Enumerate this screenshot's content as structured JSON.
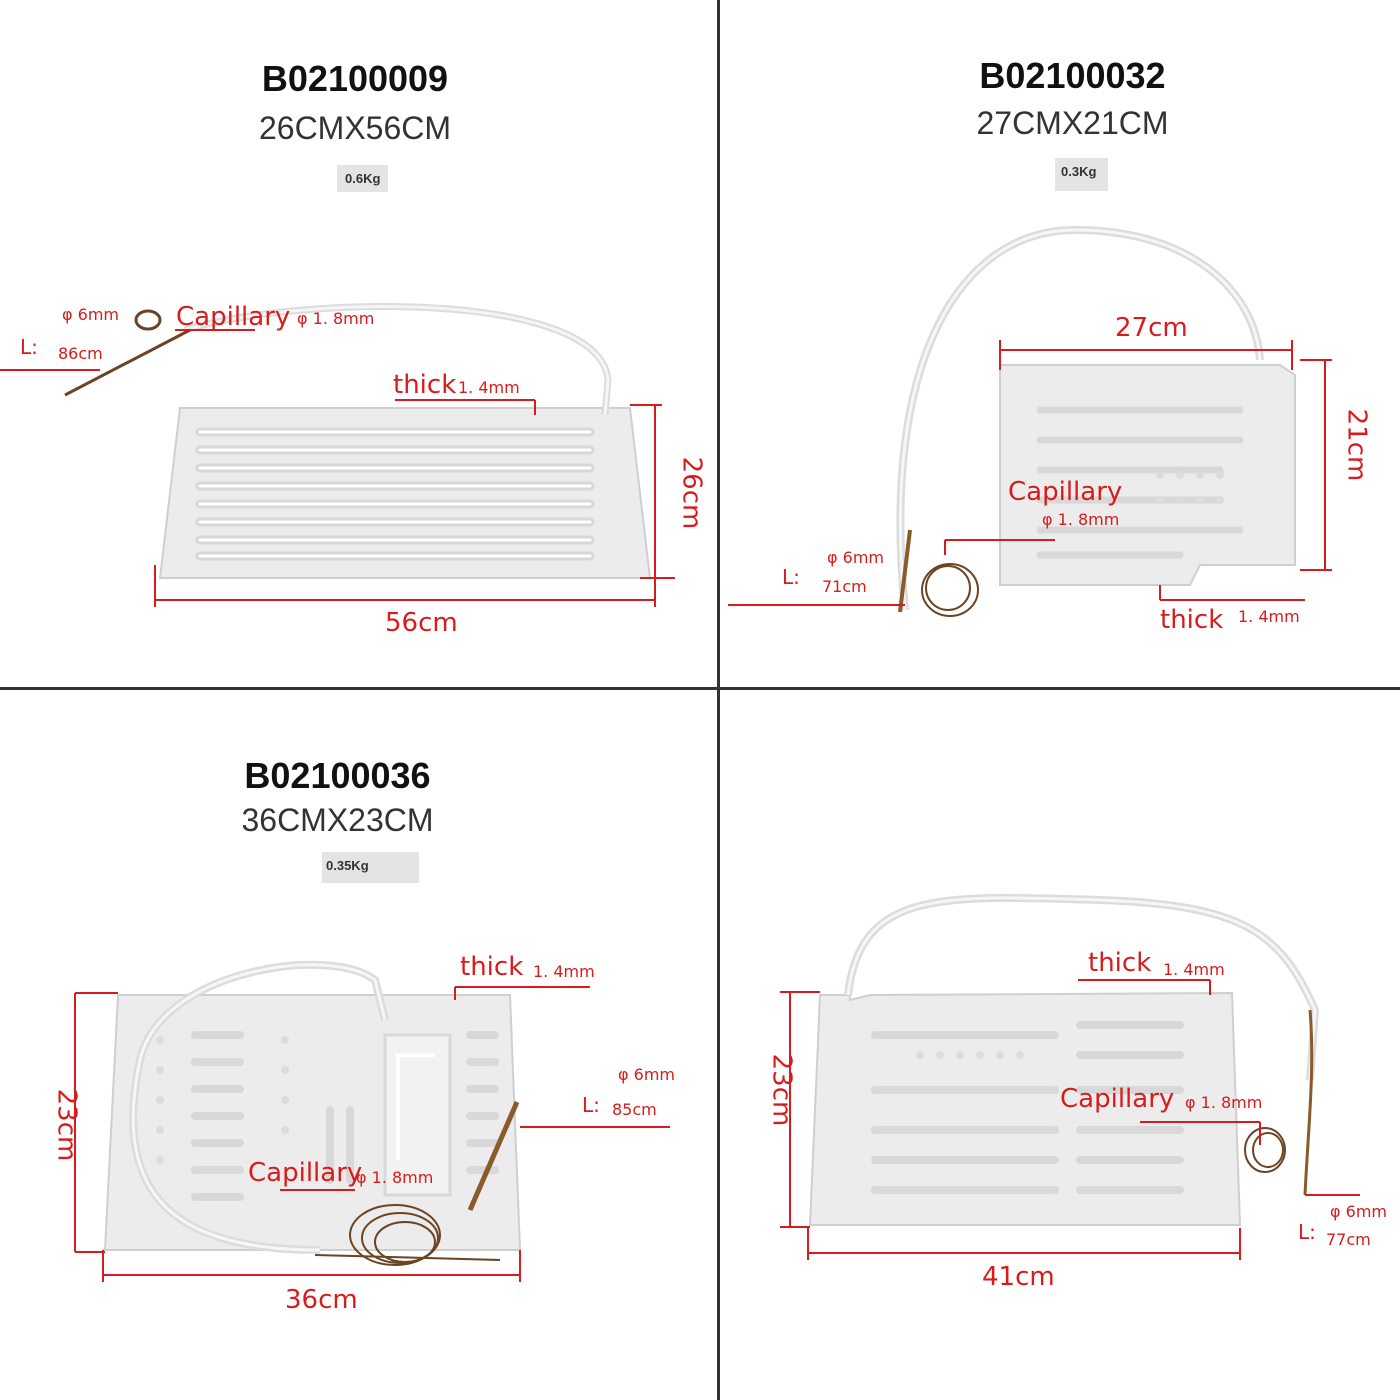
{
  "products": [
    {
      "code": "B02100009",
      "size": "26CMX56CM",
      "weight": "0.6Kg",
      "labels": {
        "tube_dia": "φ 6mm",
        "length_prefix": "L:",
        "length": "86cm",
        "capillary": "Capillary",
        "capillary_dia": "φ 1. 8mm",
        "thick": "thick",
        "thick_value": "1. 4mm",
        "width_dim": "56cm",
        "height_dim": "26cm"
      }
    },
    {
      "code": "B02100032",
      "size": "27CMX21CM",
      "weight": "0.3Kg",
      "labels": {
        "tube_dia": "φ 6mm",
        "length_prefix": "L:",
        "length": "71cm",
        "capillary": "Capillary",
        "capillary_dia": "φ 1. 8mm",
        "thick": "thick",
        "thick_value": "1. 4mm",
        "width_dim": "27cm",
        "height_dim": "21cm"
      }
    },
    {
      "code": "B02100036",
      "size": "36CMX23CM",
      "weight": "0.35Kg",
      "labels": {
        "tube_dia": "φ 6mm",
        "length_prefix": "L:",
        "length": "85cm",
        "capillary": "Capillary",
        "capillary_dia": "φ 1. 8mm",
        "thick": "thick",
        "thick_value": "1. 4mm",
        "width_dim": "36cm",
        "height_dim": "23cm"
      }
    },
    {
      "labels": {
        "tube_dia": "φ 6mm",
        "length_prefix": "L:",
        "length": "77cm",
        "capillary": "Capillary",
        "capillary_dia": "φ 1. 8mm",
        "thick": "thick",
        "thick_value": "1. 4mm",
        "width_dim": "41cm",
        "height_dim": "23cm"
      }
    }
  ],
  "colors": {
    "annotation": "#d81c1c",
    "plate": "#ececec",
    "plate_edge": "#cfcfcf",
    "copper": "#8a5a2b",
    "divider": "#333333"
  }
}
